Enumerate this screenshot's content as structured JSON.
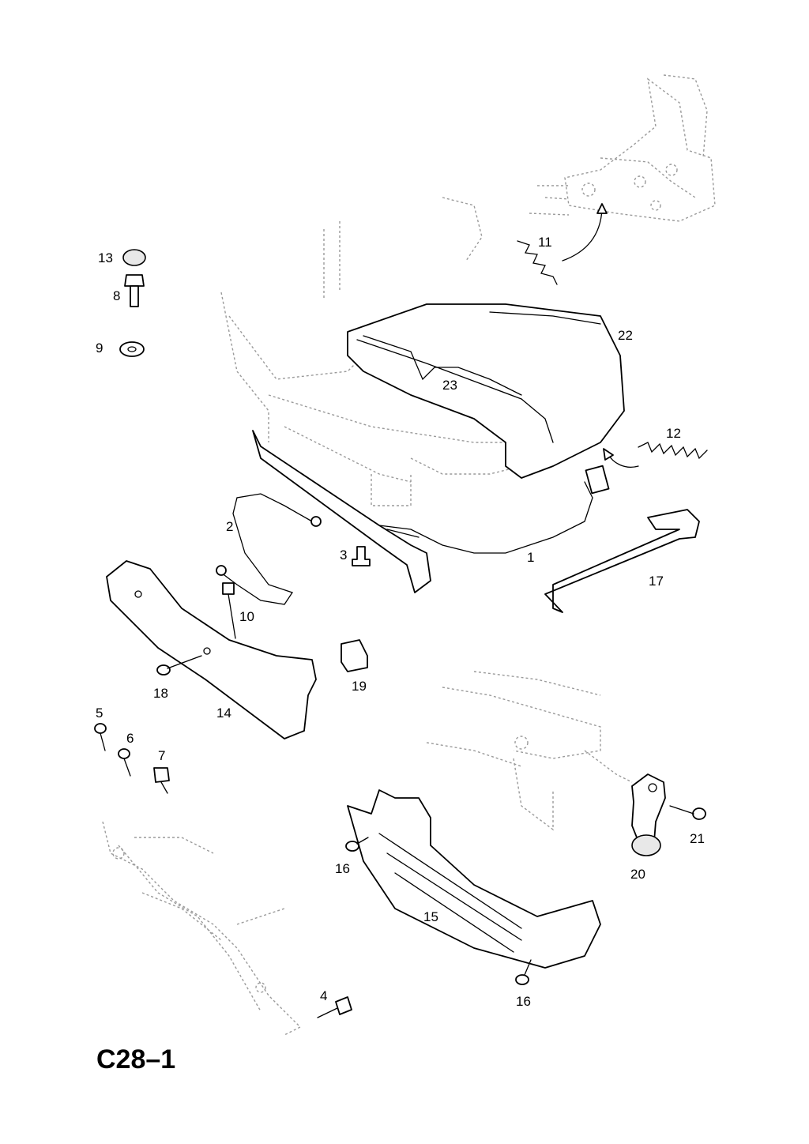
{
  "diagram": {
    "code": "C28–1",
    "parts": [
      {
        "key": "p1",
        "label": "1"
      },
      {
        "key": "p2",
        "label": "2"
      },
      {
        "key": "p3",
        "label": "3"
      },
      {
        "key": "p4",
        "label": "4"
      },
      {
        "key": "p5",
        "label": "5"
      },
      {
        "key": "p6",
        "label": "6"
      },
      {
        "key": "p7",
        "label": "7"
      },
      {
        "key": "p8",
        "label": "8"
      },
      {
        "key": "p9",
        "label": "9"
      },
      {
        "key": "p10",
        "label": "10"
      },
      {
        "key": "p11",
        "label": "11"
      },
      {
        "key": "p12",
        "label": "12"
      },
      {
        "key": "p13",
        "label": "13"
      },
      {
        "key": "p14",
        "label": "14"
      },
      {
        "key": "p15",
        "label": "15"
      },
      {
        "key": "p16a",
        "label": "16"
      },
      {
        "key": "p16b",
        "label": "16"
      },
      {
        "key": "p17",
        "label": "17"
      },
      {
        "key": "p18",
        "label": "18"
      },
      {
        "key": "p19",
        "label": "19"
      },
      {
        "key": "p20",
        "label": "20"
      },
      {
        "key": "p21",
        "label": "21"
      },
      {
        "key": "p22",
        "label": "22"
      },
      {
        "key": "p23",
        "label": "23"
      }
    ]
  }
}
